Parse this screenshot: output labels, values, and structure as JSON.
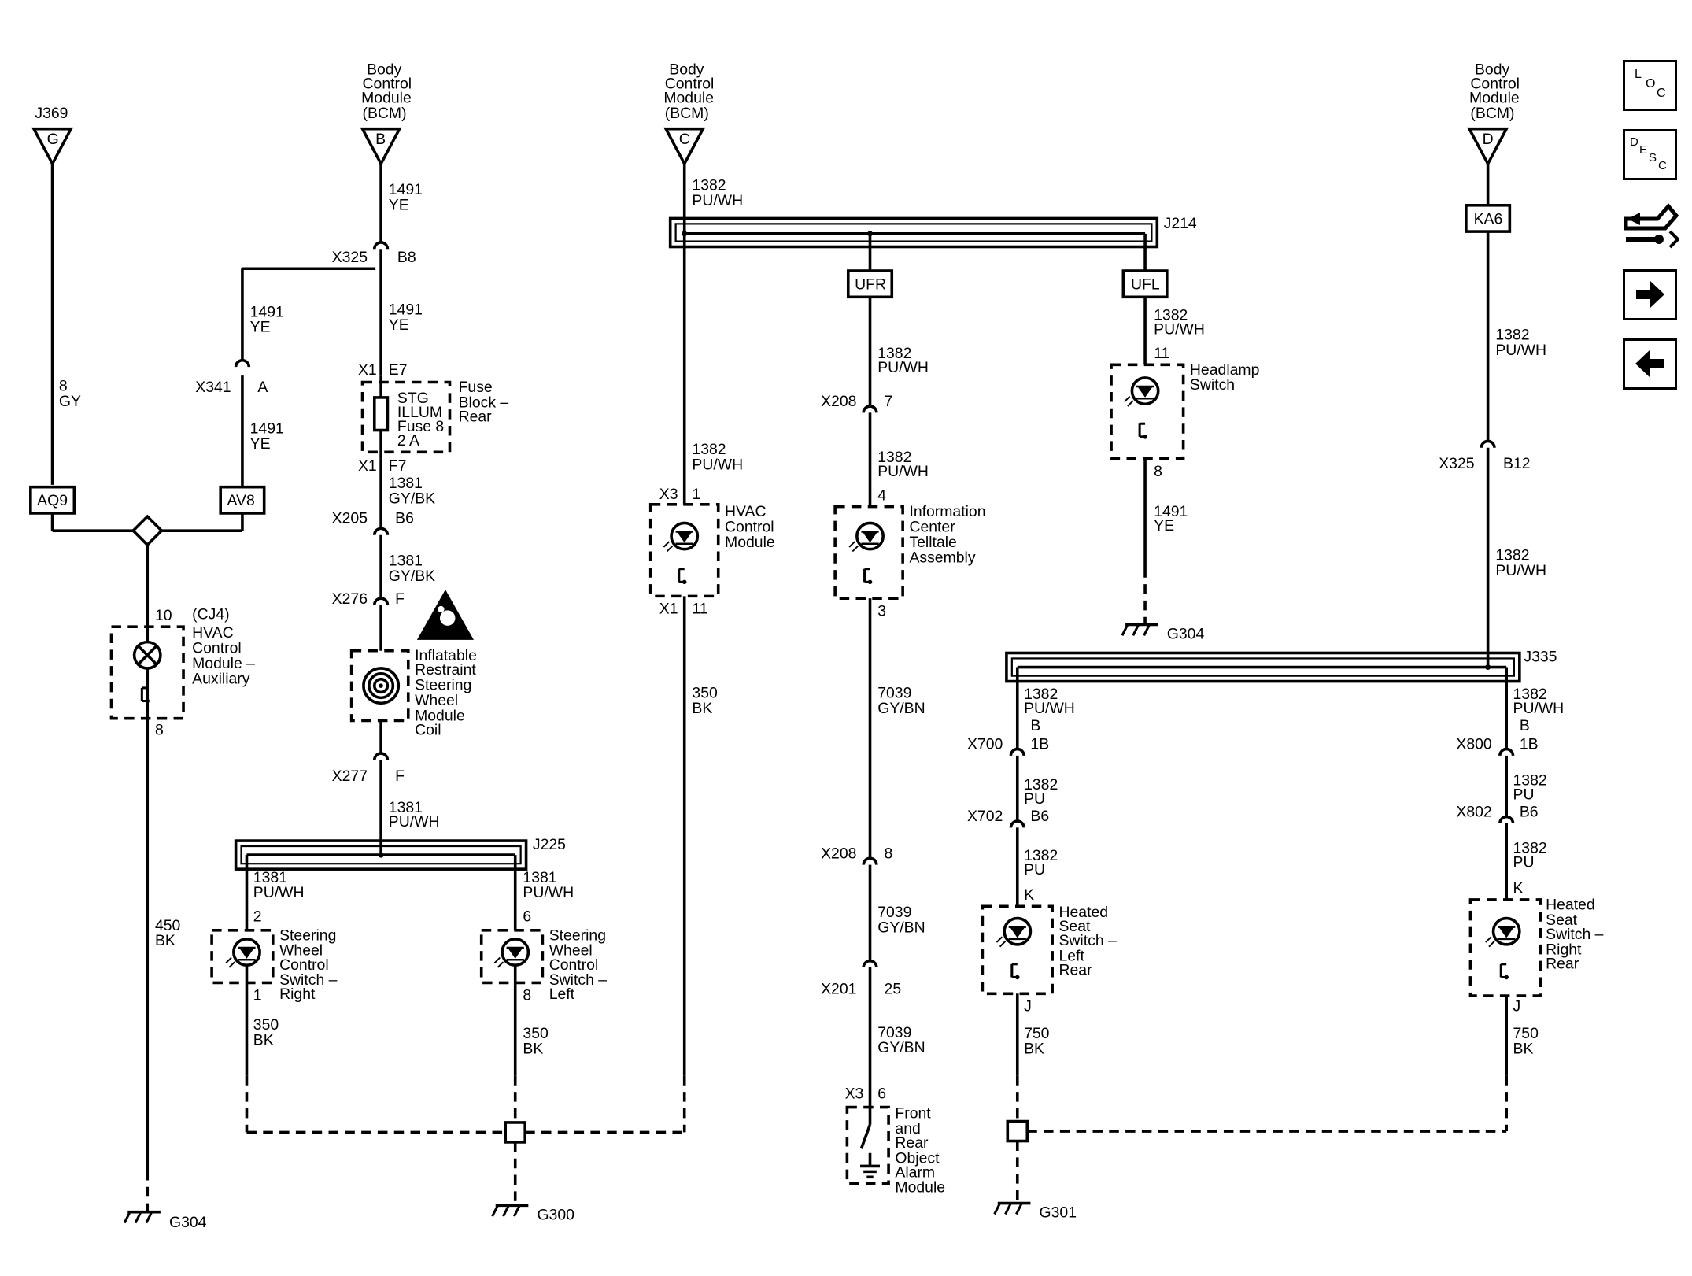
{
  "colors": {
    "line": "#000000",
    "background": "#ffffff"
  },
  "bcm": "Body Control Module (BCM)",
  "bcm_lines": [
    "Body",
    "Control",
    "Module",
    "(BCM)"
  ],
  "nav": {
    "loc": {
      "icon": "loc-icon",
      "l": "L",
      "o": "O",
      "c": "C"
    },
    "desc": {
      "icon": "desc-icon",
      "d": "D",
      "e": "E",
      "s": "S",
      "c": "C"
    },
    "connector_icon": "connector-view-icon",
    "next_icon": "arrow-right-icon",
    "prev_icon": "arrow-left-icon"
  },
  "inputs": {
    "j369": {
      "id": "J369",
      "letter": "G"
    },
    "b": {
      "letter": "B"
    },
    "c": {
      "letter": "C"
    },
    "d": {
      "letter": "D"
    }
  },
  "boxes": {
    "aq9": "AQ9",
    "av8": "AV8",
    "ufr": "UFR",
    "ufl": "UFL",
    "ka6": "KA6"
  },
  "wires": {
    "w8gy": [
      "8",
      "GY"
    ],
    "w1491ye": [
      "1491",
      "YE"
    ],
    "w1381gybk": [
      "1381",
      "GY/BK"
    ],
    "w1381puwh": [
      "1381",
      "PU/WH"
    ],
    "w1382puwh": [
      "1382",
      "PU/WH"
    ],
    "w1382pu": [
      "1382",
      "PU"
    ],
    "w350bk": [
      "350",
      "BK"
    ],
    "w450bk": [
      "450",
      "BK"
    ],
    "w7039gybn": [
      "7039",
      "GY/BN"
    ],
    "w750bk": [
      "750",
      "BK"
    ]
  },
  "splices": {
    "j214": "J214",
    "j225": "J225",
    "j335": "J335"
  },
  "connectors": {
    "x325": "X325",
    "b8": "B8",
    "b12": "B12",
    "x341": "X341",
    "a": "A",
    "x1": "X1",
    "e7": "E7",
    "f7": "F7",
    "x205": "X205",
    "b6": "B6",
    "x276": "X276",
    "x277": "X277",
    "f": "F",
    "x3": "X3",
    "one": "1",
    "eleven": "11",
    "x208": "X208",
    "seven": "7",
    "eight": "8",
    "four": "4",
    "three": "3",
    "x201": "X201",
    "twentyfive": "25",
    "six": "6",
    "ten": "10",
    "two": "2",
    "x700": "X700",
    "x800": "X800",
    "onebee": "1B",
    "bee": "B",
    "x702": "X702",
    "x802": "X802",
    "k": "K",
    "j": "J"
  },
  "components": {
    "fuse": {
      "name": [
        "STG",
        "ILLUM",
        "Fuse 8",
        "2 A"
      ],
      "block": [
        "Fuse",
        "Block –",
        "Rear"
      ]
    },
    "hvac_aux": {
      "ref": "(CJ4)",
      "name": [
        "HVAC",
        "Control",
        "Module –",
        "Auxiliary"
      ]
    },
    "coil": [
      "Inflatable",
      "Restraint",
      "Steering",
      "Wheel",
      "Module",
      "Coil"
    ],
    "sw_right": [
      "Steering",
      "Wheel",
      "Control",
      "Switch –",
      "Right"
    ],
    "sw_left": [
      "Steering",
      "Wheel",
      "Control",
      "Switch –",
      "Left"
    ],
    "hvac": [
      "HVAC",
      "Control",
      "Module"
    ],
    "info": [
      "Information",
      "Center",
      "Telltale",
      "Assembly"
    ],
    "alarm": [
      "Front",
      "and",
      "Rear",
      "Object",
      "Alarm",
      "Module"
    ],
    "headlamp": [
      "Headlamp",
      "Switch"
    ],
    "seat_left": [
      "Heated",
      "Seat",
      "Switch –",
      "Left",
      "Rear"
    ],
    "seat_right": [
      "Heated",
      "Seat",
      "Switch –",
      "Right",
      "Rear"
    ],
    "airbag_icon": "airbag-warning-icon"
  },
  "grounds": {
    "g304": "G304",
    "g300": "G300",
    "g301": "G301"
  }
}
